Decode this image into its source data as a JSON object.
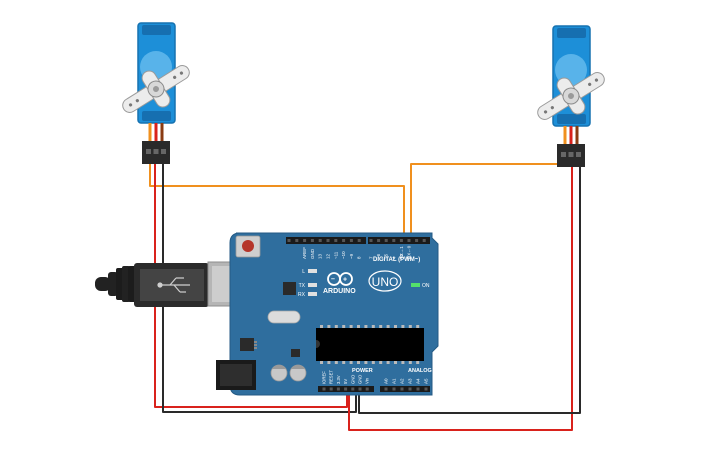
{
  "board": {
    "logo_text": "ARDUINO",
    "model": "UNO",
    "on_label": "ON",
    "digital_label": "DIGITAL (PWM~)",
    "power_label": "POWER",
    "analog_label": "ANALOG IN",
    "led_l": "L",
    "led_tx": "TX",
    "led_rx": "RX",
    "digital_pins": [
      "AREF",
      "GND",
      "13",
      "12",
      "~11",
      "~10",
      "~9",
      "8",
      "7",
      "~6",
      "~5",
      "4",
      "~3",
      "2",
      "TX→1",
      "RX←0"
    ],
    "power_pins": [
      "IOREF",
      "RESET",
      "3.3V",
      "5V",
      "GND",
      "GND",
      "Vin"
    ],
    "analog_pins": [
      "A0",
      "A1",
      "A2",
      "A3",
      "A4",
      "A5"
    ]
  },
  "colors": {
    "board_blue": "#2f6e9e",
    "servo_blue": "#1d8fd8",
    "wire_orange": "#f0901e",
    "wire_red": "#d9221c",
    "wire_black": "#2a2a2a",
    "wire_brown": "#8a3b12"
  },
  "components": {
    "servo_left": "servo-motor",
    "servo_right": "servo-motor",
    "usb": "usb-b-connector",
    "power_jack": "dc-barrel-jack"
  }
}
